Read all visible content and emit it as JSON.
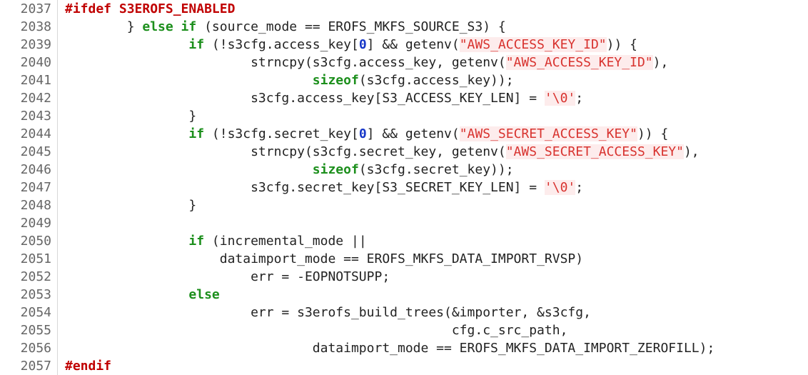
{
  "editor": {
    "lines": [
      {
        "num": "2037",
        "tokens": [
          {
            "t": "#ifdef S3EROFS_ENABLED",
            "k": "pp"
          }
        ]
      },
      {
        "num": "2038",
        "tokens": [
          {
            "t": "        } ",
            "k": ""
          },
          {
            "t": "else if",
            "k": "kw"
          },
          {
            "t": " (source_mode == EROFS_MKFS_SOURCE_S3) {",
            "k": ""
          }
        ]
      },
      {
        "num": "2039",
        "tokens": [
          {
            "t": "                ",
            "k": ""
          },
          {
            "t": "if",
            "k": "kw"
          },
          {
            "t": " (!s3cfg.access_key[",
            "k": ""
          },
          {
            "t": "0",
            "k": "num"
          },
          {
            "t": "] && getenv(",
            "k": ""
          },
          {
            "t": "\"AWS_ACCESS_KEY_ID\"",
            "k": "str"
          },
          {
            "t": ")) {",
            "k": ""
          }
        ]
      },
      {
        "num": "2040",
        "tokens": [
          {
            "t": "                        strncpy(s3cfg.access_key, getenv(",
            "k": ""
          },
          {
            "t": "\"AWS_ACCESS_KEY_ID\"",
            "k": "str"
          },
          {
            "t": "),",
            "k": ""
          }
        ]
      },
      {
        "num": "2041",
        "tokens": [
          {
            "t": "                                ",
            "k": ""
          },
          {
            "t": "sizeof",
            "k": "kw"
          },
          {
            "t": "(s3cfg.access_key));",
            "k": ""
          }
        ]
      },
      {
        "num": "2042",
        "tokens": [
          {
            "t": "                        s3cfg.access_key[S3_ACCESS_KEY_LEN] = ",
            "k": ""
          },
          {
            "t": "'\\0'",
            "k": "str"
          },
          {
            "t": ";",
            "k": ""
          }
        ]
      },
      {
        "num": "2043",
        "tokens": [
          {
            "t": "                }",
            "k": ""
          }
        ]
      },
      {
        "num": "2044",
        "tokens": [
          {
            "t": "                ",
            "k": ""
          },
          {
            "t": "if",
            "k": "kw"
          },
          {
            "t": " (!s3cfg.secret_key[",
            "k": ""
          },
          {
            "t": "0",
            "k": "num"
          },
          {
            "t": "] && getenv(",
            "k": ""
          },
          {
            "t": "\"AWS_SECRET_ACCESS_KEY\"",
            "k": "str"
          },
          {
            "t": ")) {",
            "k": ""
          }
        ]
      },
      {
        "num": "2045",
        "tokens": [
          {
            "t": "                        strncpy(s3cfg.secret_key, getenv(",
            "k": ""
          },
          {
            "t": "\"AWS_SECRET_ACCESS_KEY\"",
            "k": "str"
          },
          {
            "t": "),",
            "k": ""
          }
        ]
      },
      {
        "num": "2046",
        "tokens": [
          {
            "t": "                                ",
            "k": ""
          },
          {
            "t": "sizeof",
            "k": "kw"
          },
          {
            "t": "(s3cfg.secret_key));",
            "k": ""
          }
        ]
      },
      {
        "num": "2047",
        "tokens": [
          {
            "t": "                        s3cfg.secret_key[S3_SECRET_KEY_LEN] = ",
            "k": ""
          },
          {
            "t": "'\\0'",
            "k": "str"
          },
          {
            "t": ";",
            "k": ""
          }
        ]
      },
      {
        "num": "2048",
        "tokens": [
          {
            "t": "                }",
            "k": ""
          }
        ]
      },
      {
        "num": "2049",
        "tokens": [
          {
            "t": "",
            "k": ""
          }
        ]
      },
      {
        "num": "2050",
        "tokens": [
          {
            "t": "                ",
            "k": ""
          },
          {
            "t": "if",
            "k": "kw"
          },
          {
            "t": " (incremental_mode ||",
            "k": ""
          }
        ]
      },
      {
        "num": "2051",
        "tokens": [
          {
            "t": "                    dataimport_mode == EROFS_MKFS_DATA_IMPORT_RVSP)",
            "k": ""
          }
        ]
      },
      {
        "num": "2052",
        "tokens": [
          {
            "t": "                        err = -EOPNOTSUPP;",
            "k": ""
          }
        ]
      },
      {
        "num": "2053",
        "tokens": [
          {
            "t": "                ",
            "k": ""
          },
          {
            "t": "else",
            "k": "kw"
          }
        ]
      },
      {
        "num": "2054",
        "tokens": [
          {
            "t": "                        err = s3erofs_build_trees(&importer, &s3cfg,",
            "k": ""
          }
        ]
      },
      {
        "num": "2055",
        "tokens": [
          {
            "t": "                                                  cfg.c_src_path,",
            "k": ""
          }
        ]
      },
      {
        "num": "2056",
        "tokens": [
          {
            "t": "                                dataimport_mode == EROFS_MKFS_DATA_IMPORT_ZEROFILL);",
            "k": ""
          }
        ]
      },
      {
        "num": "2057",
        "tokens": [
          {
            "t": "#endif",
            "k": "pp"
          }
        ]
      }
    ]
  }
}
